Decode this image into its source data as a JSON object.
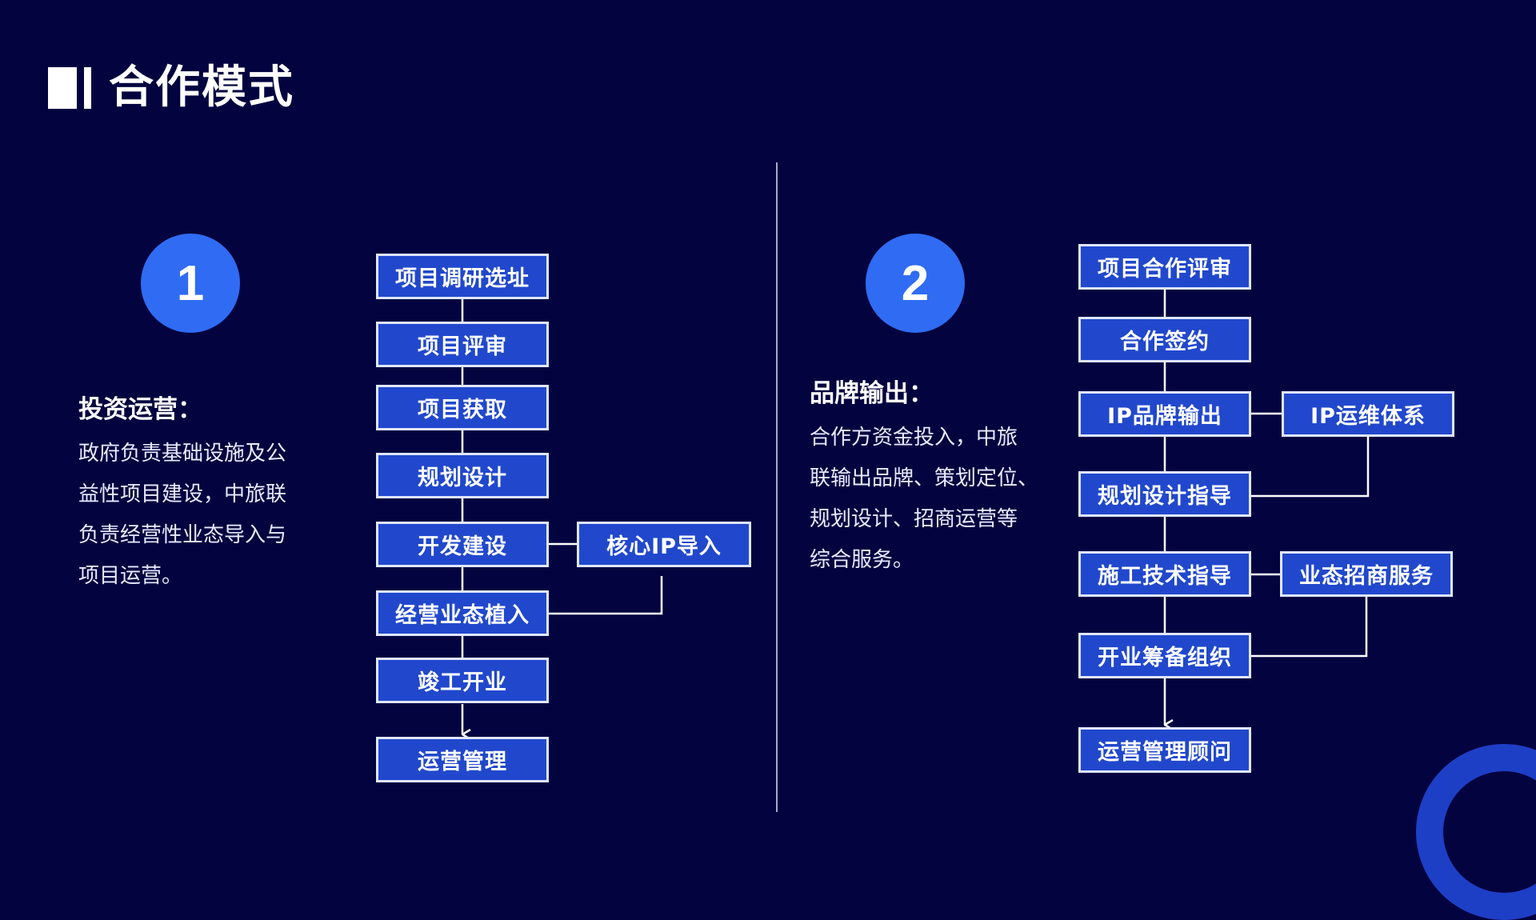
{
  "page": {
    "title": "合作模式"
  },
  "colors": {
    "background": "#03043f",
    "box_fill": "#2148cc",
    "box_border": "#dfe6ff",
    "circle": "#2f6cf3"
  },
  "model1": {
    "number": "1",
    "heading": "投资运营：",
    "lines": [
      "政府负责基础设施及公",
      "益性项目建设，中旅联",
      "负责经营性业态导入与",
      "项目运营。"
    ],
    "steps": [
      "项目调研选址",
      "项目评审",
      "项目获取",
      "规划设计",
      "开发建设",
      "经营业态植入",
      "竣工开业",
      "运营管理"
    ],
    "side_box": "核心IP导入"
  },
  "model2": {
    "number": "2",
    "heading": "品牌输出：",
    "lines": [
      "合作方资金投入，中旅",
      "联输出品牌、策划定位、",
      "规划设计、招商运营等",
      "综合服务。"
    ],
    "steps": [
      "项目合作评审",
      "合作签约",
      "IP品牌输出",
      "规划设计指导",
      "施工技术指导",
      "开业筹备组织",
      "运营管理顾问"
    ],
    "side_boxes": [
      "IP运维体系",
      "业态招商服务"
    ]
  }
}
